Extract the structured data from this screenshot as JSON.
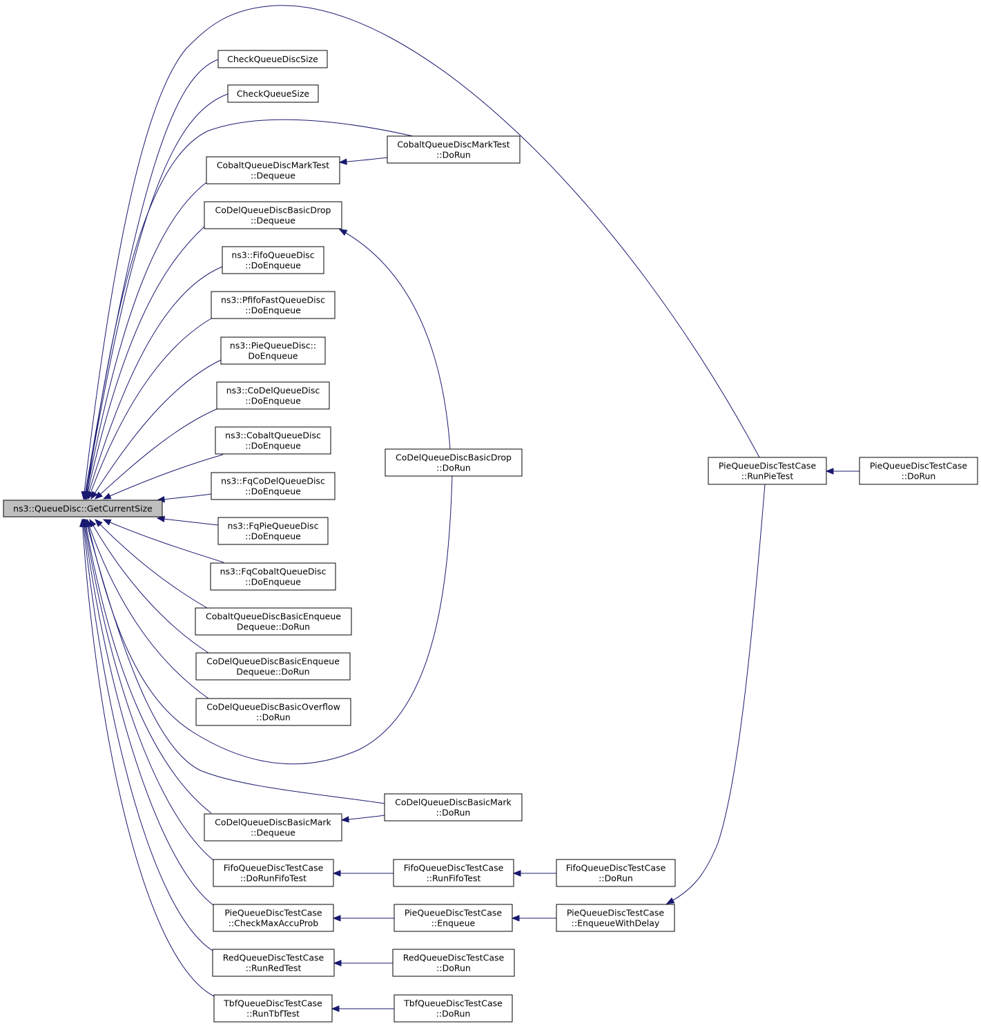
{
  "graph": {
    "edge_color": "#191970",
    "root_fill": "#bfbfbf",
    "nodes": [
      {
        "id": "root",
        "lines": [
          "ns3::QueueDisc::GetCurrentSize"
        ],
        "root": true
      },
      {
        "id": "check_qd_size",
        "lines": [
          "CheckQueueDiscSize"
        ]
      },
      {
        "id": "check_q_size",
        "lines": [
          "CheckQueueSize"
        ]
      },
      {
        "id": "cobalt_mark_deq",
        "lines": [
          "CobaltQueueDiscMarkTest",
          "::Dequeue"
        ]
      },
      {
        "id": "codel_basicdrop_deq",
        "lines": [
          "CoDelQueueDiscBasicDrop",
          "::Dequeue"
        ]
      },
      {
        "id": "fifo_enq",
        "lines": [
          "ns3::FifoQueueDisc",
          "::DoEnqueue"
        ]
      },
      {
        "id": "pfifo_enq",
        "lines": [
          "ns3::PfifoFastQueueDisc",
          "::DoEnqueue"
        ]
      },
      {
        "id": "pie_enq",
        "lines": [
          "ns3::PieQueueDisc::",
          "DoEnqueue"
        ]
      },
      {
        "id": "codel_enq",
        "lines": [
          "ns3::CoDelQueueDisc",
          "::DoEnqueue"
        ]
      },
      {
        "id": "cobalt_enq",
        "lines": [
          "ns3::CobaltQueueDisc",
          "::DoEnqueue"
        ]
      },
      {
        "id": "fqcodel_enq",
        "lines": [
          "ns3::FqCoDelQueueDisc",
          "::DoEnqueue"
        ]
      },
      {
        "id": "fqpie_enq",
        "lines": [
          "ns3::FqPieQueueDisc",
          "::DoEnqueue"
        ]
      },
      {
        "id": "fqcobalt_enq",
        "lines": [
          "ns3::FqCobaltQueueDisc",
          "::DoEnqueue"
        ]
      },
      {
        "id": "cobalt_basic_enqdeq",
        "lines": [
          "CobaltQueueDiscBasicEnqueue",
          "Dequeue::DoRun"
        ]
      },
      {
        "id": "codel_basic_enqdeq",
        "lines": [
          "CoDelQueueDiscBasicEnqueue",
          "Dequeue::DoRun"
        ]
      },
      {
        "id": "codel_overflow",
        "lines": [
          "CoDelQueueDiscBasicOverflow",
          "::DoRun"
        ]
      },
      {
        "id": "codel_mark_deq",
        "lines": [
          "CoDelQueueDiscBasicMark",
          "::Dequeue"
        ]
      },
      {
        "id": "fifo_dorunfifotest",
        "lines": [
          "FifoQueueDiscTestCase",
          "::DoRunFifoTest"
        ]
      },
      {
        "id": "pie_checkmax",
        "lines": [
          "PieQueueDiscTestCase",
          "::CheckMaxAccuProb"
        ]
      },
      {
        "id": "red_runredtest",
        "lines": [
          "RedQueueDiscTestCase",
          "::RunRedTest"
        ]
      },
      {
        "id": "tbf_runtbftest",
        "lines": [
          "TbfQueueDiscTestCase",
          "::RunTbfTest"
        ]
      },
      {
        "id": "cobalt_mark_dorun",
        "lines": [
          "CobaltQueueDiscMarkTest",
          "::DoRun"
        ]
      },
      {
        "id": "codel_basicdrop_dorun",
        "lines": [
          "CoDelQueueDiscBasicDrop",
          "::DoRun"
        ]
      },
      {
        "id": "codel_mark_dorun",
        "lines": [
          "CoDelQueueDiscBasicMark",
          "::DoRun"
        ]
      },
      {
        "id": "fifo_runfifotest",
        "lines": [
          "FifoQueueDiscTestCase",
          "::RunFifoTest"
        ]
      },
      {
        "id": "pie_enqueue",
        "lines": [
          "PieQueueDiscTestCase",
          "::Enqueue"
        ]
      },
      {
        "id": "red_dorun",
        "lines": [
          "RedQueueDiscTestCase",
          "::DoRun"
        ]
      },
      {
        "id": "tbf_dorun",
        "lines": [
          "TbfQueueDiscTestCase",
          "::DoRun"
        ]
      },
      {
        "id": "fifo_dorun",
        "lines": [
          "FifoQueueDiscTestCase",
          "::DoRun"
        ]
      },
      {
        "id": "pie_enqwithdelay",
        "lines": [
          "PieQueueDiscTestCase",
          "::EnqueueWithDelay"
        ]
      },
      {
        "id": "pie_runpietest",
        "lines": [
          "PieQueueDiscTestCase",
          "::RunPieTest"
        ]
      },
      {
        "id": "pie_dorun",
        "lines": [
          "PieQueueDiscTestCase",
          "::DoRun"
        ]
      }
    ],
    "edges": [
      {
        "from": "check_qd_size",
        "to": "root"
      },
      {
        "from": "check_q_size",
        "to": "root"
      },
      {
        "from": "cobalt_mark_deq",
        "to": "root"
      },
      {
        "from": "codel_basicdrop_deq",
        "to": "root"
      },
      {
        "from": "fifo_enq",
        "to": "root"
      },
      {
        "from": "pfifo_enq",
        "to": "root"
      },
      {
        "from": "pie_enq",
        "to": "root"
      },
      {
        "from": "codel_enq",
        "to": "root"
      },
      {
        "from": "cobalt_enq",
        "to": "root"
      },
      {
        "from": "fqcodel_enq",
        "to": "root"
      },
      {
        "from": "fqpie_enq",
        "to": "root"
      },
      {
        "from": "fqcobalt_enq",
        "to": "root"
      },
      {
        "from": "cobalt_basic_enqdeq",
        "to": "root"
      },
      {
        "from": "codel_basic_enqdeq",
        "to": "root"
      },
      {
        "from": "codel_overflow",
        "to": "root"
      },
      {
        "from": "codel_mark_deq",
        "to": "root"
      },
      {
        "from": "fifo_dorunfifotest",
        "to": "root"
      },
      {
        "from": "pie_checkmax",
        "to": "root"
      },
      {
        "from": "red_runredtest",
        "to": "root"
      },
      {
        "from": "tbf_runtbftest",
        "to": "root"
      },
      {
        "from": "pie_runpietest",
        "to": "root"
      },
      {
        "from": "cobalt_mark_dorun",
        "to": "root"
      },
      {
        "from": "codel_basicdrop_dorun",
        "to": "root"
      },
      {
        "from": "codel_mark_dorun",
        "to": "root"
      },
      {
        "from": "cobalt_mark_dorun",
        "to": "cobalt_mark_deq"
      },
      {
        "from": "codel_basicdrop_dorun",
        "to": "codel_basicdrop_deq"
      },
      {
        "from": "codel_mark_dorun",
        "to": "codel_mark_deq"
      },
      {
        "from": "fifo_runfifotest",
        "to": "fifo_dorunfifotest"
      },
      {
        "from": "pie_enqueue",
        "to": "pie_checkmax"
      },
      {
        "from": "red_dorun",
        "to": "red_runredtest"
      },
      {
        "from": "tbf_dorun",
        "to": "tbf_runtbftest"
      },
      {
        "from": "fifo_dorun",
        "to": "fifo_runfifotest"
      },
      {
        "from": "pie_enqwithdelay",
        "to": "pie_enqueue"
      },
      {
        "from": "pie_runpietest",
        "to": "pie_enqwithdelay"
      },
      {
        "from": "pie_dorun",
        "to": "pie_runpietest"
      }
    ]
  }
}
